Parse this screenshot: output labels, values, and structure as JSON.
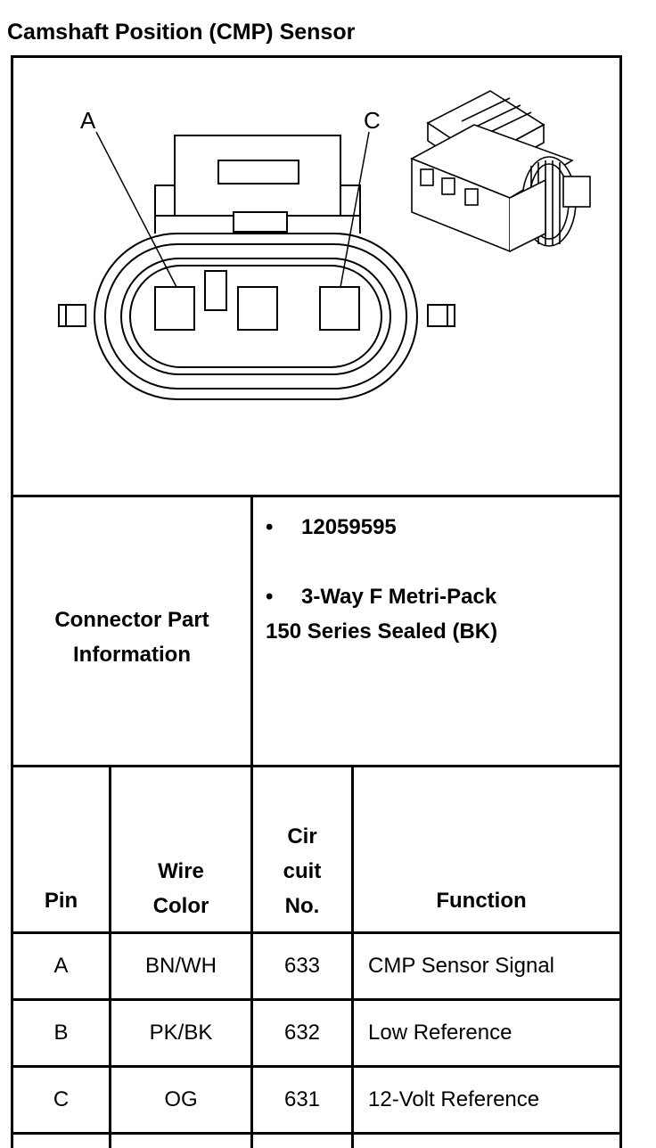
{
  "title": "Camshaft Position (CMP) Sensor",
  "diagram": {
    "callout_a": "A",
    "callout_c": "C"
  },
  "connector_info": {
    "label_line1": "Connector Part",
    "label_line2": "Information",
    "bullet_char": "•",
    "part_number": "12059595",
    "description_line1": "3-Way F Metri-Pack",
    "description_line2": "150 Series Sealed (BK)"
  },
  "pin_table": {
    "headers": {
      "pin": "Pin",
      "wire_color_line1": "Wire",
      "wire_color_line2": "Color",
      "circuit_line1": "Cir",
      "circuit_line2": "cuit",
      "circuit_line3": "No.",
      "function": "Function"
    },
    "rows": [
      {
        "pin": "A",
        "wire_color": "BN/WH",
        "circuit": "633",
        "function": "CMP Sensor Signal"
      },
      {
        "pin": "B",
        "wire_color": "PK/BK",
        "circuit": "632",
        "function": "Low Reference"
      },
      {
        "pin": "C",
        "wire_color": "OG",
        "circuit": "631",
        "function": "12-Volt Reference"
      }
    ]
  }
}
